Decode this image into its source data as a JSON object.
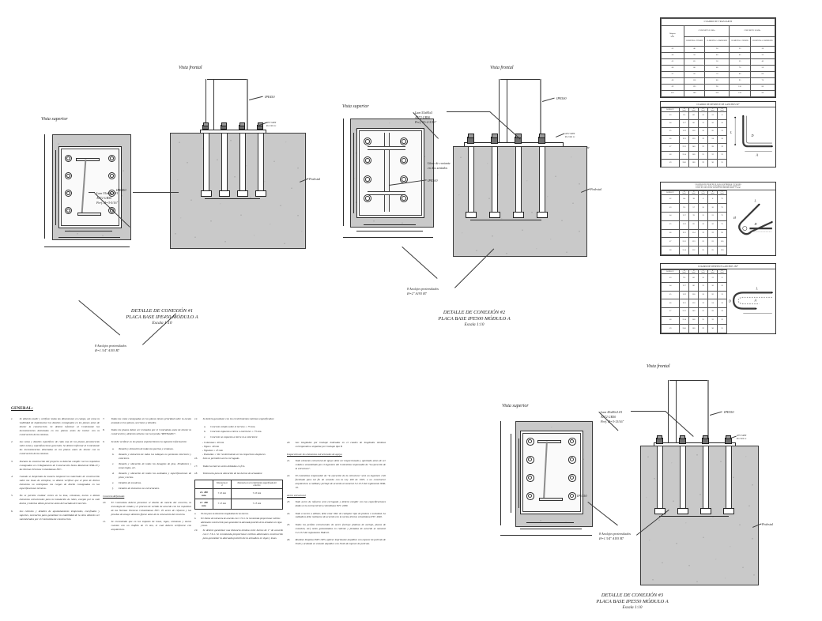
{
  "sheet": {
    "view_labels": {
      "front": "Vista frontal",
      "top": "Vista superior"
    }
  },
  "details": [
    {
      "id": "detail-1",
      "title_line1": "DETALLE DE CONEXIÓN #1",
      "title_line2": "PLACA BASE IPE450 MÓDULO A",
      "title_line3": "Escala 1:10",
      "labels": {
        "plate": "Lam 35x60x3.81\nA572 GR50\nPerf. Ø=3-5/16\"",
        "plate_l1": "Lam 35x60x3.81",
        "plate_l2": "A572 GR50",
        "plate_l3": "Perf. Ø=3-5/16\"",
        "profile": "IPE450",
        "anchors_l1": "8 Anclajes pretensilados",
        "anchors_l2": "Ø=1 3/4\" A193 B7",
        "pedestal": "Pedestal",
        "bolt_spec_l1": "A572 GR50",
        "bolt_spec_l2": "R=2 min t.s"
      }
    },
    {
      "id": "detail-2",
      "title_line1": "DETALLE DE CONEXIÓN #2",
      "title_line2": "PLACA BASE IPE500 MÓDULO A",
      "title_line3": "Escala 1:10",
      "labels": {
        "plate_l1": "Lam 55x85x5",
        "plate_l2": "A572 GR50",
        "plate_l3": "Perf. Ø=2-3/16\"",
        "profile": "IPE500",
        "anchors_l1": "8 Anclajes pretensilados",
        "anchors_l2": "Ø=2\" A193 B7",
        "pedestal": "Pedestal",
        "shear_key_l1": "Llave de cortante",
        "shear_key_l2": "en dos sentidos",
        "bolt_spec_l1": "A572 GR50",
        "bolt_spec_l2": "R=2 min t.s"
      }
    },
    {
      "id": "detail-3",
      "title_line1": "DETALLE DE CONEXIÓN #3",
      "title_line2": "PLACA BASE IPE550 MÓDULO A",
      "title_line3": "Escala 1:10",
      "labels": {
        "plate_l1": "Lam 45x80x3.81",
        "plate_l2": "A572 GR50",
        "plate_l3": "Perf. Ø=3-13/16\"",
        "profile": "IPE550",
        "anchors_l1": "8 Anclajes pretensilados",
        "anchors_l2": "Ø=1 3/4\" A193 B7",
        "pedestal": "Pedestal",
        "bolt_spec_l1": "A572 GR50",
        "bolt_spec_l2": "R=2 min t.s"
      }
    }
  ],
  "tables": {
    "traslapo": {
      "caption": "CUADRO DE TRASLAPOS",
      "group_headers": [
        "CONCRETO 21 MPa",
        "CONCRETO 28 MPa"
      ],
      "sub_headers": [
        "ELEMENTOS A TENSIÓN",
        "ELEMENTOS A COMPRESIÓN",
        "ELEMENTOS A TENSIÓN",
        "ELEMENTOS A COMPRESIÓN"
      ],
      "bar_header": "Diámetro\nde\nbarra",
      "rows": [
        [
          "#3",
          "40",
          "30",
          "35",
          "30"
        ],
        [
          "#4",
          "50",
          "40",
          "45",
          "35"
        ],
        [
          "#5",
          "65",
          "50",
          "55",
          "45"
        ],
        [
          "#6",
          "80",
          "60",
          "70",
          "50"
        ],
        [
          "#7",
          "95",
          "70",
          "80",
          "60"
        ],
        [
          "#8",
          "110",
          "80",
          "95",
          "70"
        ],
        [
          "#9",
          "125",
          "90",
          "110",
          "80"
        ],
        [
          "#10",
          "140",
          "100",
          "120",
          "90"
        ]
      ]
    },
    "ganchos90": {
      "caption": "CUADRO DE DESPIECE DE GANCHOS 90°",
      "headers": [
        "BARRA N°",
        "Ø\n(mm)",
        "D\n(mm)",
        "L1\n(mm)",
        "A\n(mm)",
        "B\n(mm)"
      ],
      "rows": [
        [
          "#3",
          "9.5",
          "60",
          "10",
          "12",
          "8"
        ],
        [
          "#4",
          "12.7",
          "80",
          "13",
          "16",
          "10"
        ],
        [
          "#5",
          "15.9",
          "100",
          "16",
          "20",
          "13"
        ],
        [
          "#6",
          "19.1",
          "120",
          "19",
          "24",
          "16"
        ],
        [
          "#7",
          "22.2",
          "140",
          "22",
          "28",
          "19"
        ],
        [
          "#8",
          "25.4",
          "160",
          "25",
          "32",
          "22"
        ],
        [
          "#9",
          "28.6",
          "180",
          "29",
          "36",
          "25"
        ]
      ]
    },
    "ganchos180": {
      "caption_l1": "CUADRO DE DESPIECE PARA ESTRIBOS Y FLEJES",
      "caption_l2": "GANCHO 135° PARA ESTRIBOS DE CONFINAMIENTO",
      "caption_l3": "PARA EL RESTO DE LONGITUD MÍNIMA 6Ø Ó 75 mm",
      "headers": [
        "BARRA N°",
        "Ø\n(mm)",
        "D\n(mm)",
        "A\n(mm)",
        "B\n(mm)",
        "L\n(mm)"
      ],
      "rows": [
        [
          "#2",
          "6.4",
          "38",
          "6",
          "6",
          "75"
        ],
        [
          "#3",
          "9.5",
          "57",
          "10",
          "10",
          "75"
        ],
        [
          "#4",
          "12.7",
          "76",
          "13",
          "13",
          "75"
        ],
        [
          "#5",
          "15.9",
          "95",
          "16",
          "16",
          "75"
        ],
        [
          "#6",
          "19.1",
          "114",
          "19",
          "19",
          "90"
        ],
        [
          "#7",
          "22.2",
          "133",
          "22",
          "22",
          "105"
        ],
        [
          "#8",
          "25.4",
          "152",
          "25",
          "25",
          "120"
        ]
      ]
    },
    "ganchos180b": {
      "caption": "CUADRO DE DESPIECE GANCHOS 180°",
      "headers": [
        "BARRA N°",
        "Ø\n(mm)",
        "D\n(mm)",
        "A\n(mm)",
        "B\n(mm)",
        "L1\n(mm)"
      ],
      "rows": [
        [
          "#3",
          "9.5",
          "60",
          "10",
          "12",
          "8"
        ],
        [
          "#4",
          "12.7",
          "80",
          "13",
          "16",
          "10"
        ],
        [
          "#5",
          "15.9",
          "100",
          "16",
          "20",
          "13"
        ],
        [
          "#6",
          "19.1",
          "120",
          "19",
          "24",
          "16"
        ],
        [
          "#7",
          "22.2",
          "140",
          "22",
          "28",
          "19"
        ],
        [
          "#8",
          "25.4",
          "160",
          "25",
          "32",
          "22"
        ],
        [
          "#9",
          "28.6",
          "180",
          "29",
          "36",
          "25"
        ]
      ]
    }
  },
  "notes": {
    "heading": "GENERAL:",
    "col1": [
      {
        "n": "1.",
        "t": "Se deberán medir y verificar todas las dimensiones en campo, así como la viabilidad de implementar los detalles consignados en los planos antes de iniciar la construcción. Se deberá informar al Contratante las inconsistencias detectadas en los planos antes de iniciar con la construcción de las mismas."
      },
      {
        "n": "2.",
        "t": "Las notas y detalles específicos de cada una de los planos prevalecerán sobre notas y especificaciones generales. Se deberá informar al Contratante las inconsistencias detectadas en los planos antes de iniciar con la construcción de las mismas."
      },
      {
        "n": "3.",
        "t": "Durante la construcción del proyecto se deberán cumplir con los requisitos consignados en el Reglamento de Construcción Sismo Resistente NSR-10 y las Normas Técnicas Colombianas NTC."
      },
      {
        "n": "4.",
        "t": "Cuando se desprenda de manera temporal los materiales de construcción sobre las losas de entrepiso, se deberá verificar que el peso de dichos elementos no sobrepasen las cargas de diseño consignadas en las especificaciones técnicas."
      },
      {
        "n": "5.",
        "t": "No se permite realizar cortes en la losa, columnas, muros o demás elementos estructurales para la instalación de redes, excepto por la cuál ductos y tuberías deben preverse antes del vaciado del concreto."
      },
      {
        "n": "6.",
        "t": "Los cálculos y detalles de apuntalamiento temporales, encofrados y soportes, necesarios para garantizar la estabilidad de la obra deberán ser suministrados por el Contratista de construcción."
      }
    ],
    "col2": [
      {
        "n": "7.",
        "t": "Todas las cotas consignadas en los planos tienen prioridad sobre la escala anotada en los planos, secciones y detalles."
      },
      {
        "n": "8.",
        "t": "Todos los planos deben ser revisados por el Contratista antes de iniciar la construcción y deberán sellarse con la leyenda \"REVISADO\"."
      },
      {
        "n": "9.",
        "t": "Se debe verificar en los planos arquitectónicos la siguiente información:"
      }
    ],
    "col2_sub": [
      {
        "l": "a.",
        "t": "Tamaño y ubicación de todas las puertas y ventanas."
      },
      {
        "l": "b.",
        "t": "Tamaño y ubicación de todos los tabiques no portantes interiores y exteriores."
      },
      {
        "l": "c.",
        "t": "Tamaño y ubicación de todos los desagües de piso, Pendientes y zonas bajas, etc."
      },
      {
        "l": "d.",
        "t": "Tamaño y ubicación de todos los acabados y especificaciones de pisos y techos."
      },
      {
        "l": "e.",
        "t": "Detalles de escaleras."
      },
      {
        "l": "f.",
        "t": "Detalles de elementos no estructurales."
      }
    ],
    "col2_section": "Concreto Reforzado",
    "col2_tail": [
      {
        "n": "10.",
        "t": "El Contratista deberá presentar el diseño de mezcla del concreto, la tecnología de colado y el proceso de vertido de acuerdo con los requisitos de las Normas Técnicas Colombianas NTC. El acero de refuerzo y las pruebas de ensayo deberán fijarse antes de la colocación del concreto."
      },
      {
        "n": "11.",
        "t": "Se recomienda que en los empates de losas, vigas, columnas y muros cuenten con un chaflán de 15 mm, el cual deberá verificarse con arquitectura."
      }
    ],
    "col3": [
      {
        "n": "12.",
        "t": "Se deberá garantizar con los recubrimientos mínimos especificados:"
      }
    ],
    "col3_sub": [
      {
        "l": "a.",
        "t": "Concreto colado sobre el terreno = 75 mm."
      },
      {
        "l": "b.",
        "t": "Concreto expuesto a tierra o exteriores = 75 mm."
      },
      {
        "l": "c.",
        "t": "Concreto no expuesto a tierra ni a exteriores:"
      }
    ],
    "col3_bullets": [
      "- Columnas= 40 mm",
      "- Vigas= 40 mm",
      "- Viguetas = 25 mm",
      "- Pantallas = Ver recubrimiento en los respectivos despieces"
    ],
    "col3_tail": [
      {
        "n": "16.",
        "t": "Solo se permitirá acero corrugado."
      },
      {
        "n": "17.",
        "t": "Todas las barras serán dobladas en frío."
      },
      {
        "n": "18.",
        "t": "Tolerancia para la ubicación de las barras de armadura:"
      }
    ],
    "tolerance_table": {
      "headers": [
        "",
        "Tolerancia en d",
        "Tolerancia en el recubrimiento especificado del concreto"
      ],
      "rows": [
        [
          "d ≤ 200 mm",
          "± 10 mm",
          "± 10 mm"
        ],
        [
          "d > 200 mm",
          "± 13 mm",
          "± 13 mm"
        ]
      ]
    },
    "tolerance_footnotes": [
      {
        "l": "a.",
        "t": "50 mm para la ubicación longitudinal de las barras."
      },
      {
        "l": "b.",
        "t": "Ver límites de tolerancia de acuerdo con C.7.6.1. Se recomienda proporcionar estribos adicionales construcción para garantizar la adecuada posición de la armadura en vigas y losas."
      }
    ],
    "col3_last": [
      {
        "n": "19.",
        "t": "Se deberá garantizar una distancia mínima entre barras de 1\" de acuerdo con C.7.6.1. Se recomienda proporcionar estribos adicionales construcción para garantizar la adecuada posición de la armadura en vigas y losas."
      }
    ],
    "col4": [
      {
        "n": "20.",
        "t": "Las longitudes por traslape indicadas en el cuadro de longitudes mínimas corresponden a empalme por traslapo tipo B"
      }
    ],
    "col4_section1": "Inspección de los elementos estructurales de apoyo",
    "col4_b": [
      {
        "n": "21.",
        "t": "Todo elemento estructural de apoyo debe ser inspeccionado y aprobado antes de ser colado o ensamblado por el ingeniero del Contratista responsable de \"la ejecución de la estructura\"."
      },
      {
        "n": "22.",
        "t": "El contratista responsable de \"la ejecución de la estructura\" será un ingeniero civil facultado para tal fin de acuerdo con la Ley 400 de 1997, o un constructor arquitectura a calidad y peritaje de acuerdo al numeral 3.2.13.3 del reglamento NSR-10."
      }
    ],
    "col4_section2": "Acero estructural",
    "col4_c": [
      {
        "n": "23.",
        "t": "Todo acero de refuerzo será corrugado y deberá cumplir con las especificaciones dadas en la norma técnica colombiana NTC 2289."
      },
      {
        "n": "24.",
        "t": "Todo el acero a utilizar, debe estar libre de cualquier tipo de pintura o suciedad. La soldadura debe realizarse de acuerdo con la norma técnica colombiana NTC 4040."
      },
      {
        "n": "25.",
        "t": "Todos los perfiles estructurales de acero (incluye platinas de anclaje, placas de conexión, etc) serán galvanizados en caliente y pintadas de acuerdo al numeral 3.2.13.3 del reglamento NSR-10."
      },
      {
        "n": "26.",
        "t": "Realizar limpieza SSPC-SP3, aplicar imprimante alquídico con espesor de película de 3mils y acabado en esmalte alquídico con 3mils de espesor de película."
      }
    ]
  }
}
